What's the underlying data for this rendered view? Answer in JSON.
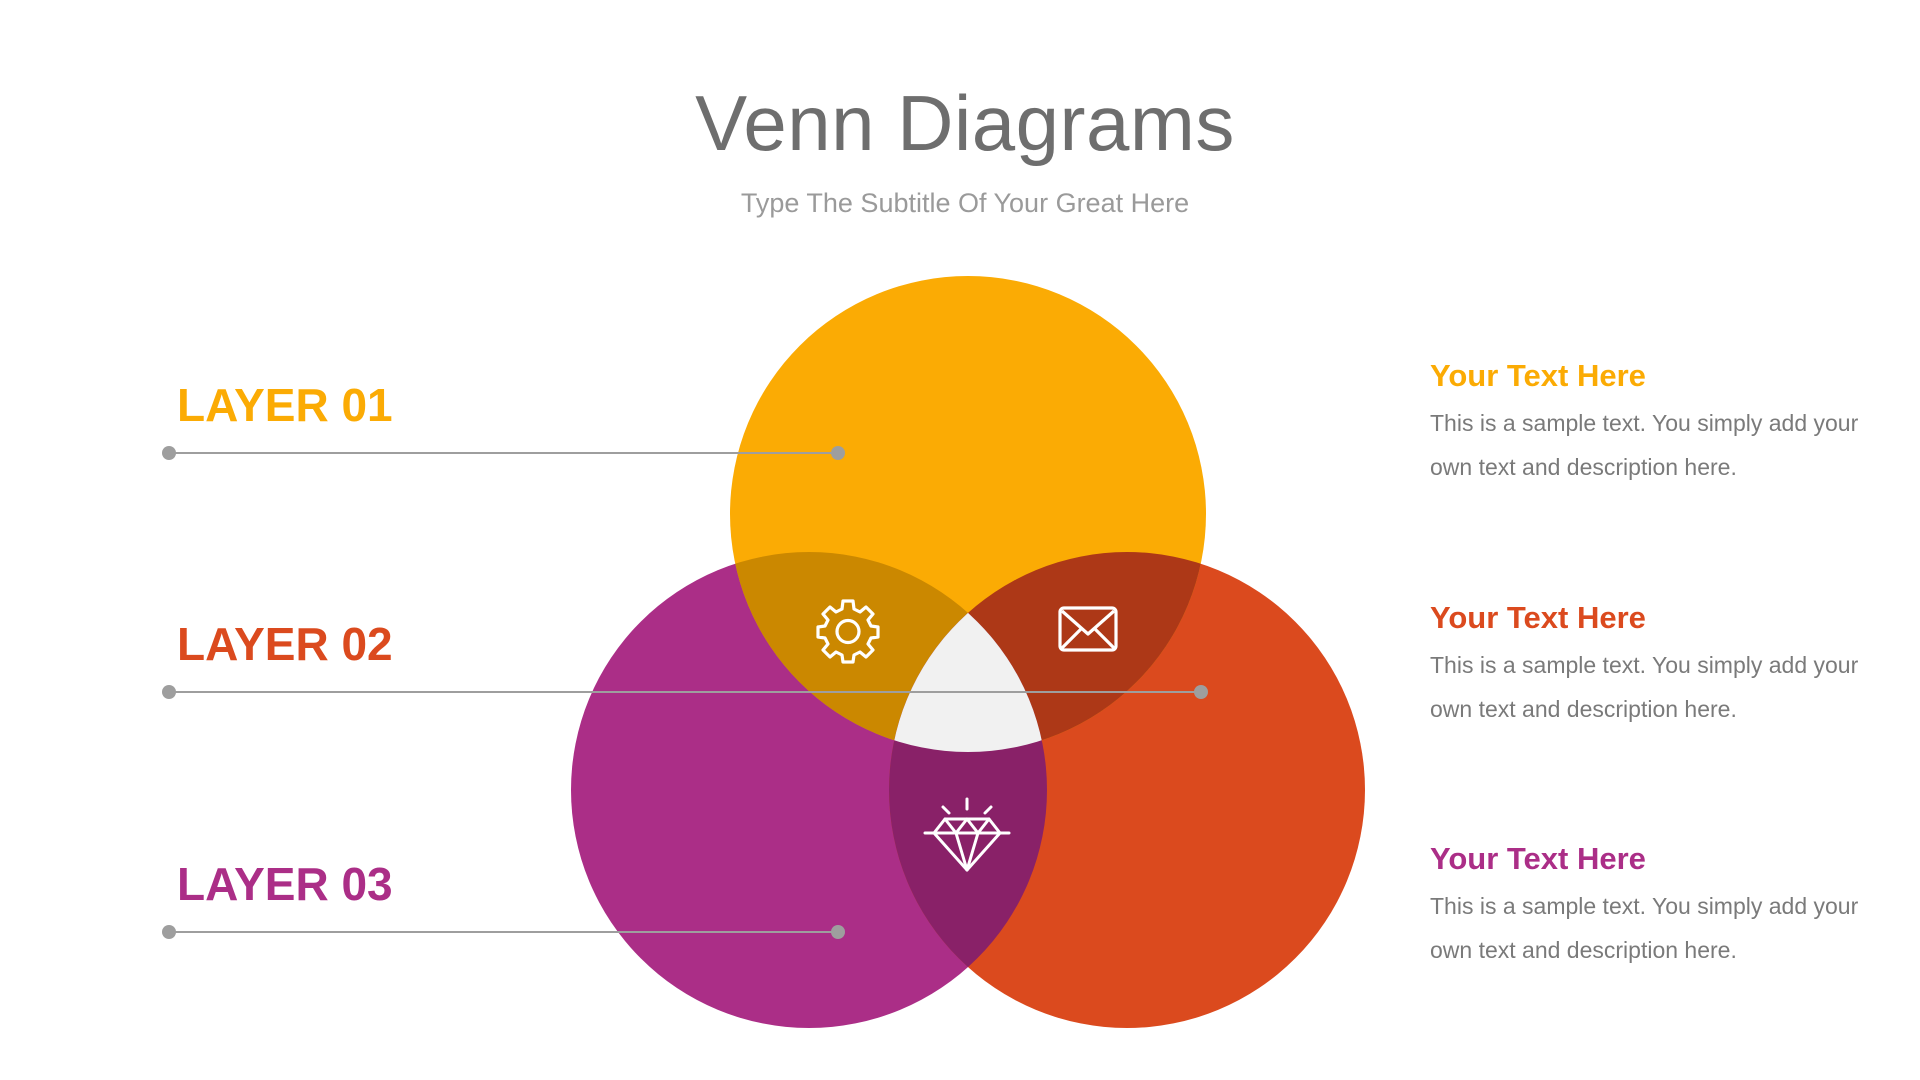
{
  "header": {
    "title": "Venn Diagrams",
    "subtitle": "Type The Subtitle Of Your Great Here"
  },
  "colors": {
    "orange": "#fbab04",
    "red": "#db4a1e",
    "purple": "#ab2e87",
    "orange_purple_overlap": "#cb8800",
    "orange_red_overlap": "#ad3817",
    "red_purple_overlap": "#892168",
    "center": "#f1f1f1",
    "connector": "#9e9e9e"
  },
  "layers": [
    {
      "label": "LAYER 01",
      "color": "#fbab04"
    },
    {
      "label": "LAYER 02",
      "color": "#db4a1e"
    },
    {
      "label": "LAYER 03",
      "color": "#ab2e87"
    }
  ],
  "descriptions": [
    {
      "heading": "Your Text Here",
      "body": "This is a sample text. You simply add your own text and description here.",
      "color": "#fbab04"
    },
    {
      "heading": "Your Text Here",
      "body": "This is a sample text. You simply add your own text and description here.",
      "color": "#db4a1e"
    },
    {
      "heading": "Your Text Here",
      "body": "This is a sample text. You simply add your own text and description here.",
      "color": "#ab2e87"
    }
  ],
  "icons": [
    "gear-icon",
    "envelope-icon",
    "diamond-icon"
  ]
}
